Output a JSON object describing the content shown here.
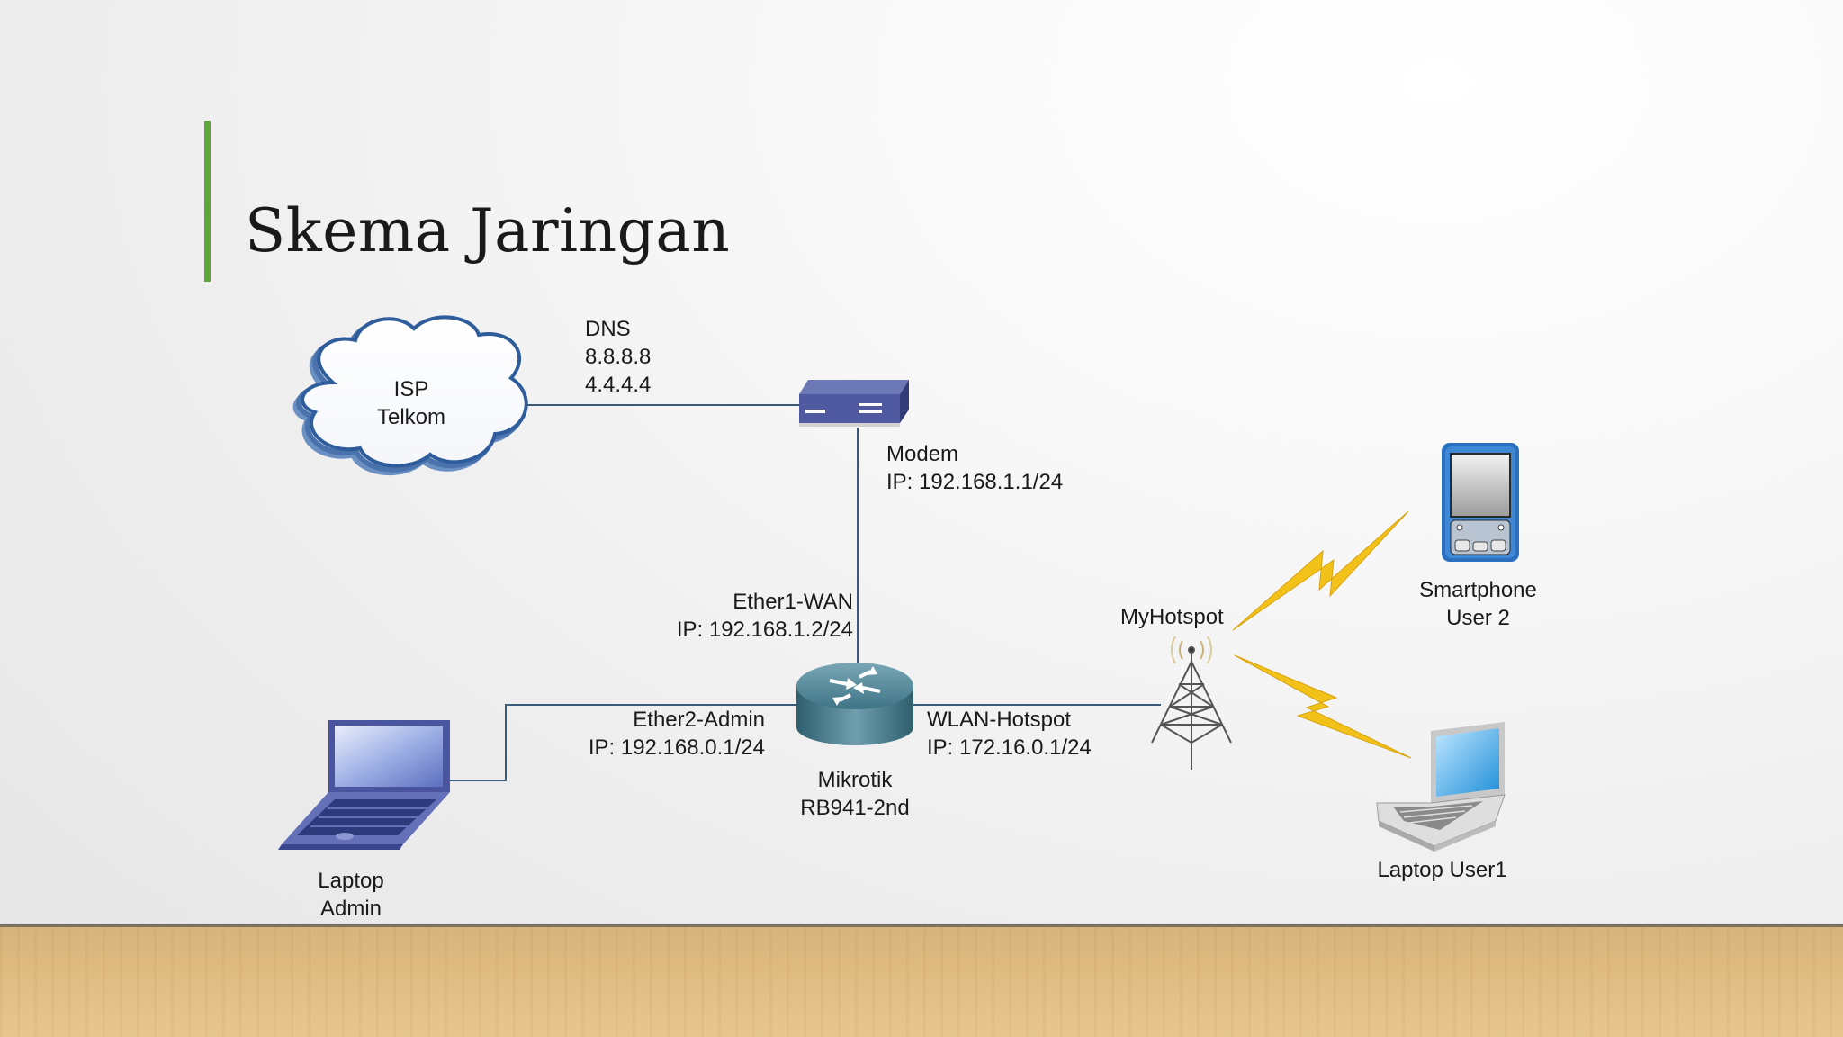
{
  "slide": {
    "title": "Skema Jaringan"
  },
  "colors": {
    "accent_bar": "#5ea53a",
    "link_line": "#3a5a7a",
    "lightning": "#f2c21b"
  },
  "nodes": {
    "isp": {
      "line1": "ISP",
      "line2": "Telkom",
      "icon": "cloud-icon"
    },
    "dns": {
      "title": "DNS",
      "ip1": "8.8.8.8",
      "ip2": "4.4.4.4"
    },
    "modem": {
      "name": "Modem",
      "ip": "IP: 192.168.1.1/24",
      "icon": "modem-icon"
    },
    "ether1": {
      "name": "Ether1-WAN",
      "ip": "IP: 192.168.1.2/24"
    },
    "ether2": {
      "name": "Ether2-Admin",
      "ip": "IP: 192.168.0.1/24"
    },
    "wlan": {
      "name": "WLAN-Hotspot",
      "ip": "IP: 172.16.0.1/24"
    },
    "router": {
      "line1": "Mikrotik",
      "line2": "RB941-2nd",
      "icon": "router-icon"
    },
    "hotspot": {
      "name": "MyHotspot",
      "icon": "antenna-tower-icon"
    },
    "laptop_admin": {
      "line1": "Laptop",
      "line2": "Admin",
      "icon": "laptop-icon"
    },
    "smartphone": {
      "line1": "Smartphone",
      "line2": "User 2",
      "icon": "pda-icon"
    },
    "laptop_user": {
      "name": "Laptop User1",
      "icon": "laptop-icon"
    }
  }
}
